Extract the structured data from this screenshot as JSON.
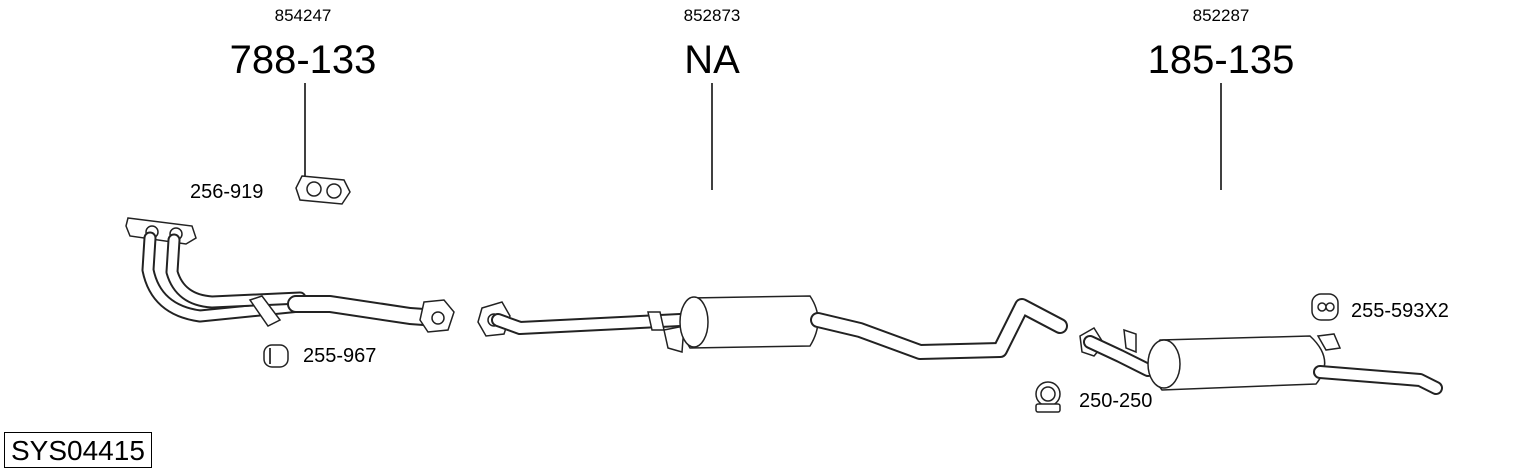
{
  "sections": [
    {
      "oe_number": "854247",
      "part_number": "788-133"
    },
    {
      "oe_number": "852873",
      "part_number": "NA"
    },
    {
      "oe_number": "852287",
      "part_number": "185-135"
    }
  ],
  "accessories": [
    {
      "part_number": "256-919",
      "icon": "gasket-icon"
    },
    {
      "part_number": "255-967",
      "icon": "rubber-mount-icon"
    },
    {
      "part_number": "250-250",
      "icon": "clamp-icon"
    },
    {
      "part_number": "255-593X2",
      "icon": "hanger-icon"
    }
  ],
  "system_id": "SYS04415",
  "colors": {
    "line": "#222222",
    "background": "#ffffff"
  }
}
